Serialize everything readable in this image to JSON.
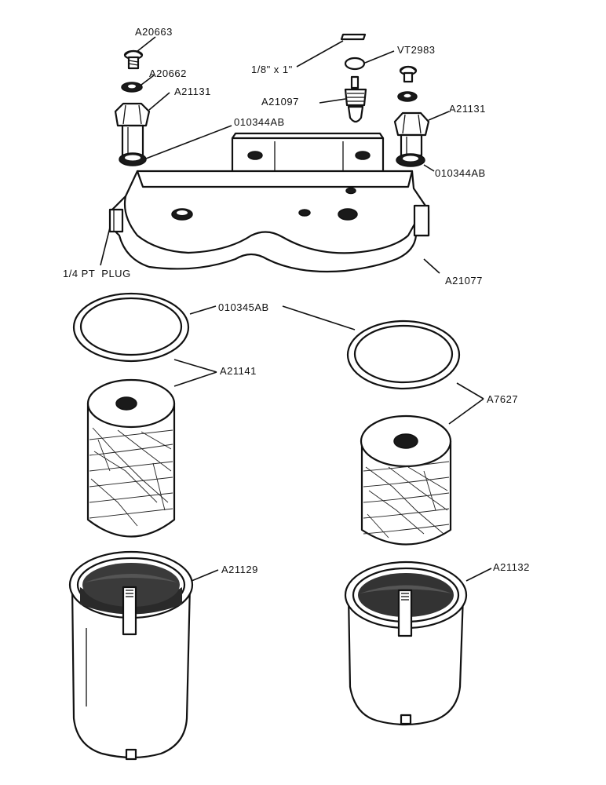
{
  "labels": {
    "screw_top": "A20663",
    "washer_left": "A20662",
    "bolt_left": "A21131",
    "gasket_bolt_left": "010344AB",
    "pipe": "1/8\" x 1\"",
    "seal_ring": "VT2983",
    "valve": "A21097",
    "bolt_right": "A21131",
    "gasket_bolt_right": "010344AB",
    "plug": "1/4 PT  PLUG",
    "head": "A21077",
    "gasket_bowl": "010345AB",
    "element_left": "A21141",
    "element_right": "A7627",
    "bowl_left": "A21129",
    "bowl_right": "A21132"
  }
}
